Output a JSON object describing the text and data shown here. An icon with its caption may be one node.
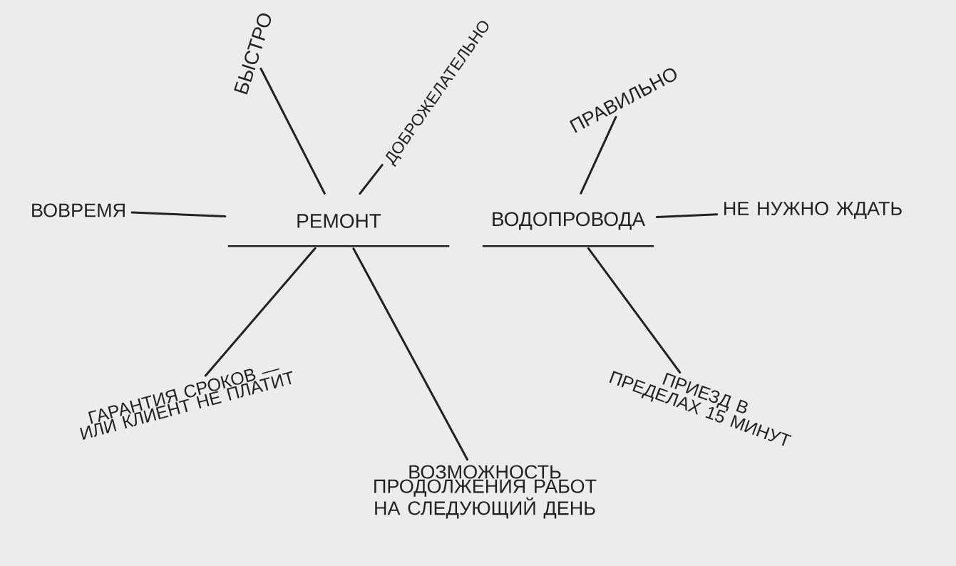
{
  "diagram": {
    "nodes": [
      {
        "text": [
          "РЕМОНТ"
        ]
      },
      {
        "text": [
          "ВОДОПРОВОДА"
        ]
      },
      {
        "text": [
          "БЫСТРО"
        ]
      },
      {
        "text": [
          "ДОБРОЖЕЛАТЕЛЬНО"
        ]
      },
      {
        "text": [
          "ПРАВИЛЬНО"
        ]
      },
      {
        "text": [
          "ВОВРЕМЯ"
        ]
      },
      {
        "text": [
          "НЕ НУЖНО ЖДАТЬ"
        ]
      },
      {
        "text": [
          "ГАРАНТИЯ СРОКОВ — ИЛИ КЛИЕНТ НЕ ПЛАТИТ"
        ]
      },
      {
        "text": [
          "ВОЗМОЖНОСТЬ ПРОДОЛЖЕНИЯ РАБОТ НА СЛЕДУЮЩИЙ ДЕНЬ"
        ]
      },
      {
        "text": [
          "ПРИЕЗД В ПРЕДЕЛАХ 15 МИНУТ"
        ]
      }
    ],
    "edges": [
      {
        "from": 2,
        "to": 0,
        "arrow": "none"
      },
      {
        "from": 3,
        "to": 0,
        "arrow": "none"
      },
      {
        "from": 4,
        "to": 1,
        "arrow": "none"
      },
      {
        "from": 5,
        "to": 0,
        "arrow": "none"
      },
      {
        "from": 1,
        "to": 6,
        "arrow": "none"
      },
      {
        "from": 7,
        "to": 0,
        "arrow": "none"
      },
      {
        "from": 8,
        "to": 0,
        "arrow": "none"
      },
      {
        "from": 9,
        "to": 1,
        "arrow": "none"
      }
    ]
  }
}
